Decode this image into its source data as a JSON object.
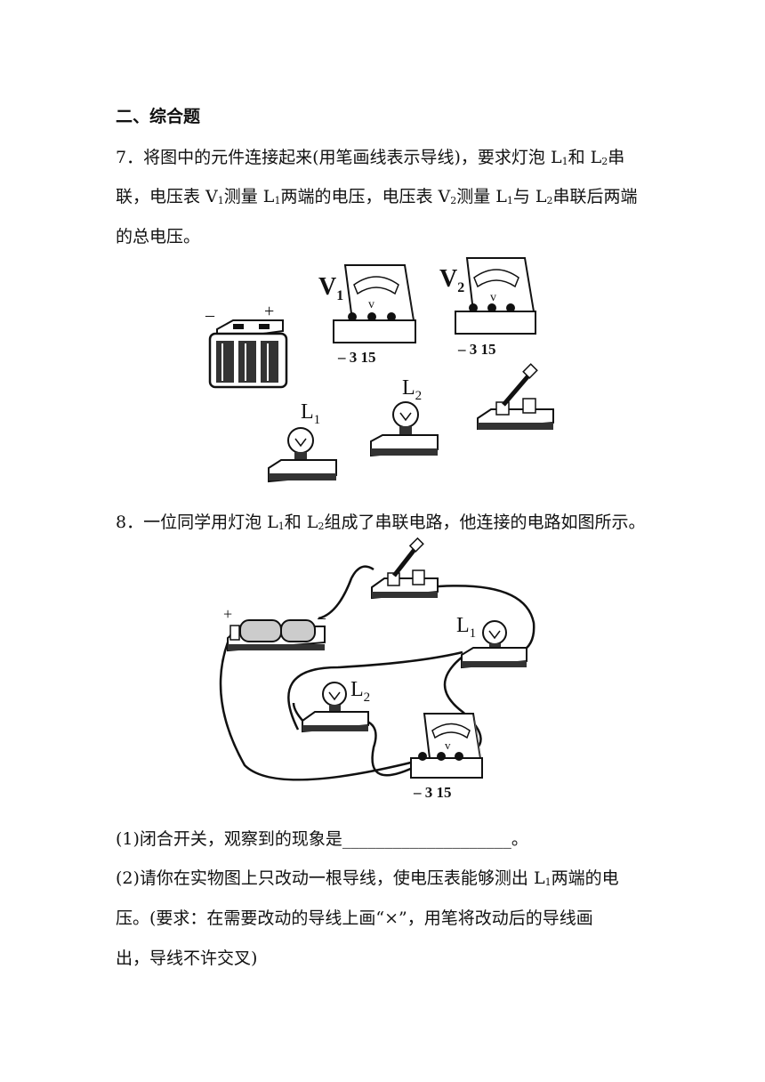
{
  "section": {
    "title": "二、综合题"
  },
  "q7": {
    "number": "7．",
    "line1_a": "将图中的元件连接起来(用笔画线表示导线)，要求灯泡 L",
    "line1_b": "和 L",
    "line1_c": "串",
    "line2_a": "联，电压表 V",
    "line2_b": "测量 L",
    "line2_c": "两端的电压，电压表 V",
    "line2_d": "测量 L",
    "line2_e": "与 L",
    "line2_f": "串联后两端",
    "line3": "的总电压。"
  },
  "fig7": {
    "v1_label": "V",
    "v2_label": "V",
    "sub1": "1",
    "sub2": "2",
    "meter_symbol": "v",
    "terminals": "– 3 15",
    "battery_minus": "–",
    "battery_plus": "+",
    "l1_label": "L",
    "l2_label": "L"
  },
  "q8": {
    "number": "8．",
    "line1_a": "一位同学用灯泡 L",
    "line1_b": "和 L",
    "line1_c": "组成了串联电路，他连接的电路如图所示。"
  },
  "fig8": {
    "battery_plus": "+",
    "battery_minus": "–",
    "l1_label": "L",
    "l2_label": "L",
    "meter_symbol": "v",
    "terminals": "– 3 15"
  },
  "q8_parts": {
    "p1": "(1)闭合开关，观察到的现象是____________________。",
    "p2_a": "(2)请你在实物图上只改动一根导线，使电压表能够测出 L",
    "p2_b": "两端的电",
    "p3": "压。(要求：在需要改动的导线上画“×”，用笔将改动后的导线画",
    "p4": "出，导线不许交叉)"
  },
  "subs": {
    "one": "1",
    "two": "2"
  }
}
